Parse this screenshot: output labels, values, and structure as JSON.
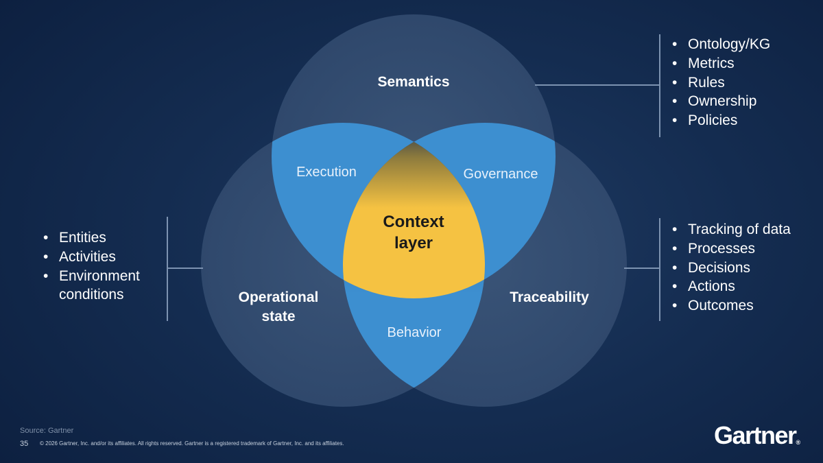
{
  "diagram": {
    "circles": {
      "semantics": "Semantics",
      "operational_line1": "Operational",
      "operational_line2": "state",
      "traceability": "Traceability"
    },
    "intersections": {
      "execution": "Execution",
      "governance": "Governance",
      "behavior": "Behavior"
    },
    "center": {
      "line1": "Context",
      "line2": "layer"
    }
  },
  "lists": {
    "semantics": [
      "Ontology/KG",
      "Metrics",
      "Rules",
      "Ownership",
      "Policies"
    ],
    "traceability": [
      "Tracking of data",
      "Processes",
      "Decisions",
      "Actions",
      "Outcomes"
    ],
    "operational": [
      "Entities",
      "Activities",
      "Environment conditions"
    ]
  },
  "footer": {
    "source": "Source: Gartner",
    "page_number": "35",
    "copyright": "© 2026 Gartner, Inc. and/or its affiliates. All rights reserved. Gartner is a registered trademark of Gartner, Inc. and its affiliates.",
    "logo": "Gartner",
    "logo_mark": "®"
  },
  "colors": {
    "circle_fill": "#3a5478",
    "pair_overlap": "#3d8fd0",
    "center": "#f5c242",
    "bracket": "#7d93b1"
  }
}
